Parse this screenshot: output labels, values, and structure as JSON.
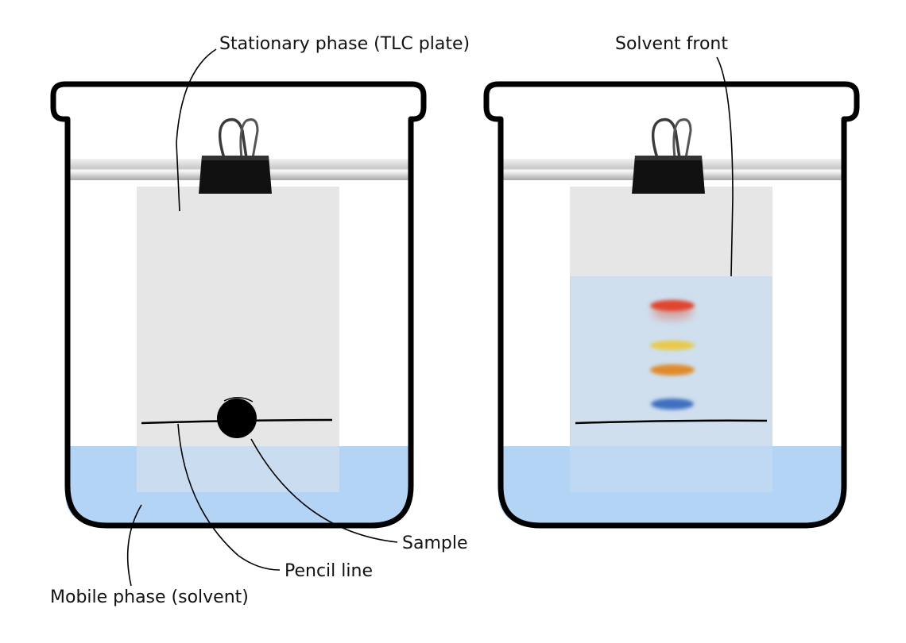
{
  "labels": {
    "stationary_phase": "Stationary phase (TLC plate)",
    "solvent_front": "Solvent front",
    "sample": "Sample",
    "pencil_line": "Pencil line",
    "mobile_phase": "Mobile phase (solvent)"
  },
  "colors": {
    "solvent": "#b3d4f5",
    "plate": "#e6e6e6",
    "wet_plate": "#cfdfee",
    "beaker_outline": "#000000",
    "rod": "#d9d9d9",
    "clip": "#111111",
    "spot_red": "#e0442e",
    "spot_yellow": "#e8c94a",
    "spot_orange": "#e08a2a",
    "spot_blue": "#3f6fc0",
    "sample_spot": "#000000"
  },
  "icons": {
    "clip_left": "binder-clip-icon",
    "clip_right": "binder-clip-icon"
  },
  "separated_spots": [
    "red",
    "yellow",
    "orange",
    "blue"
  ]
}
